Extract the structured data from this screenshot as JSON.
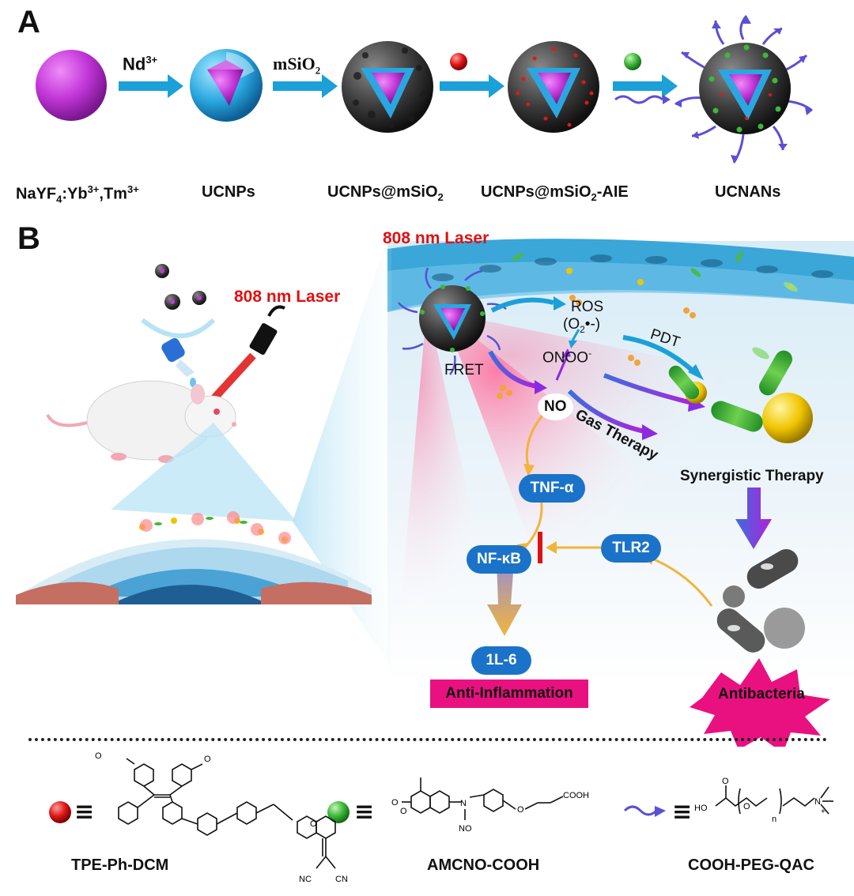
{
  "panel_a": {
    "letter": "A",
    "arrows": [
      {
        "label_main": "Nd",
        "label_sup": "3+"
      },
      {
        "label_main": "mSiO",
        "label_sub": "2"
      },
      {
        "icon": "red-sphere-icon"
      },
      {
        "icon": "green-sphere-icon"
      }
    ],
    "stage_labels": {
      "s1_main": "NaYF",
      "s1_sub": "4",
      "s1_mid": ":Yb",
      "s1_sup1": "3+",
      "s1_mid2": ",Tm",
      "s1_sup2": "3+",
      "s2": "UCNPs",
      "s3_main": "UCNPs@mSiO",
      "s3_sub": "2",
      "s4_main": "UCNPs@mSiO",
      "s4_sub": "2",
      "s4_tail": "-AIE",
      "s5": "UCNANs"
    }
  },
  "panel_b": {
    "letter": "B",
    "laser_left": "808 nm Laser",
    "laser_top": "808 nm Laser",
    "ros": "ROS",
    "ros_sub": "(O",
    "ros_sub2": "2",
    "ros_sub3": "•-)",
    "pdt": "PDT",
    "onoo": "ONOO",
    "onoo_sup": "-",
    "fret": "FRET",
    "no": "NO",
    "gas_therapy": "Gas Therapy",
    "synergistic": "Synergistic Therapy",
    "tnf": "TNF-α",
    "nfkb": "NF-κB",
    "tlr2": "TLR2",
    "il6": "1L-6",
    "anti_inflammation": "Anti-Inflammation",
    "antibacteria": "Antibacteria"
  },
  "legend": {
    "items": [
      {
        "icon": "red-sphere-icon",
        "name": "TPE-Ph-DCM"
      },
      {
        "icon": "green-sphere-icon",
        "name": "AMCNO-COOH"
      },
      {
        "icon": "peg-chain-icon",
        "name": "COOH-PEG-QAC"
      }
    ],
    "equiv_symbol": "≡",
    "struct_text": {
      "ho": "HO",
      "n": "n",
      "n_plus": "N",
      "plus": "+",
      "cooh": "COOH",
      "nc": "NC",
      "cn": "CN",
      "no_group": "NO",
      "n_atom": "N"
    }
  },
  "colors": {
    "arrow_blue": "#1ba0d8",
    "pill_blue": "#1a73c9",
    "laser_red": "#e01010",
    "magenta": "#e8117f",
    "core_purple": "#b935c9",
    "shell_blue": "#2aa7e0",
    "arrow_orange": "#f2b43a",
    "arrow_violet": "#8a2be2"
  }
}
